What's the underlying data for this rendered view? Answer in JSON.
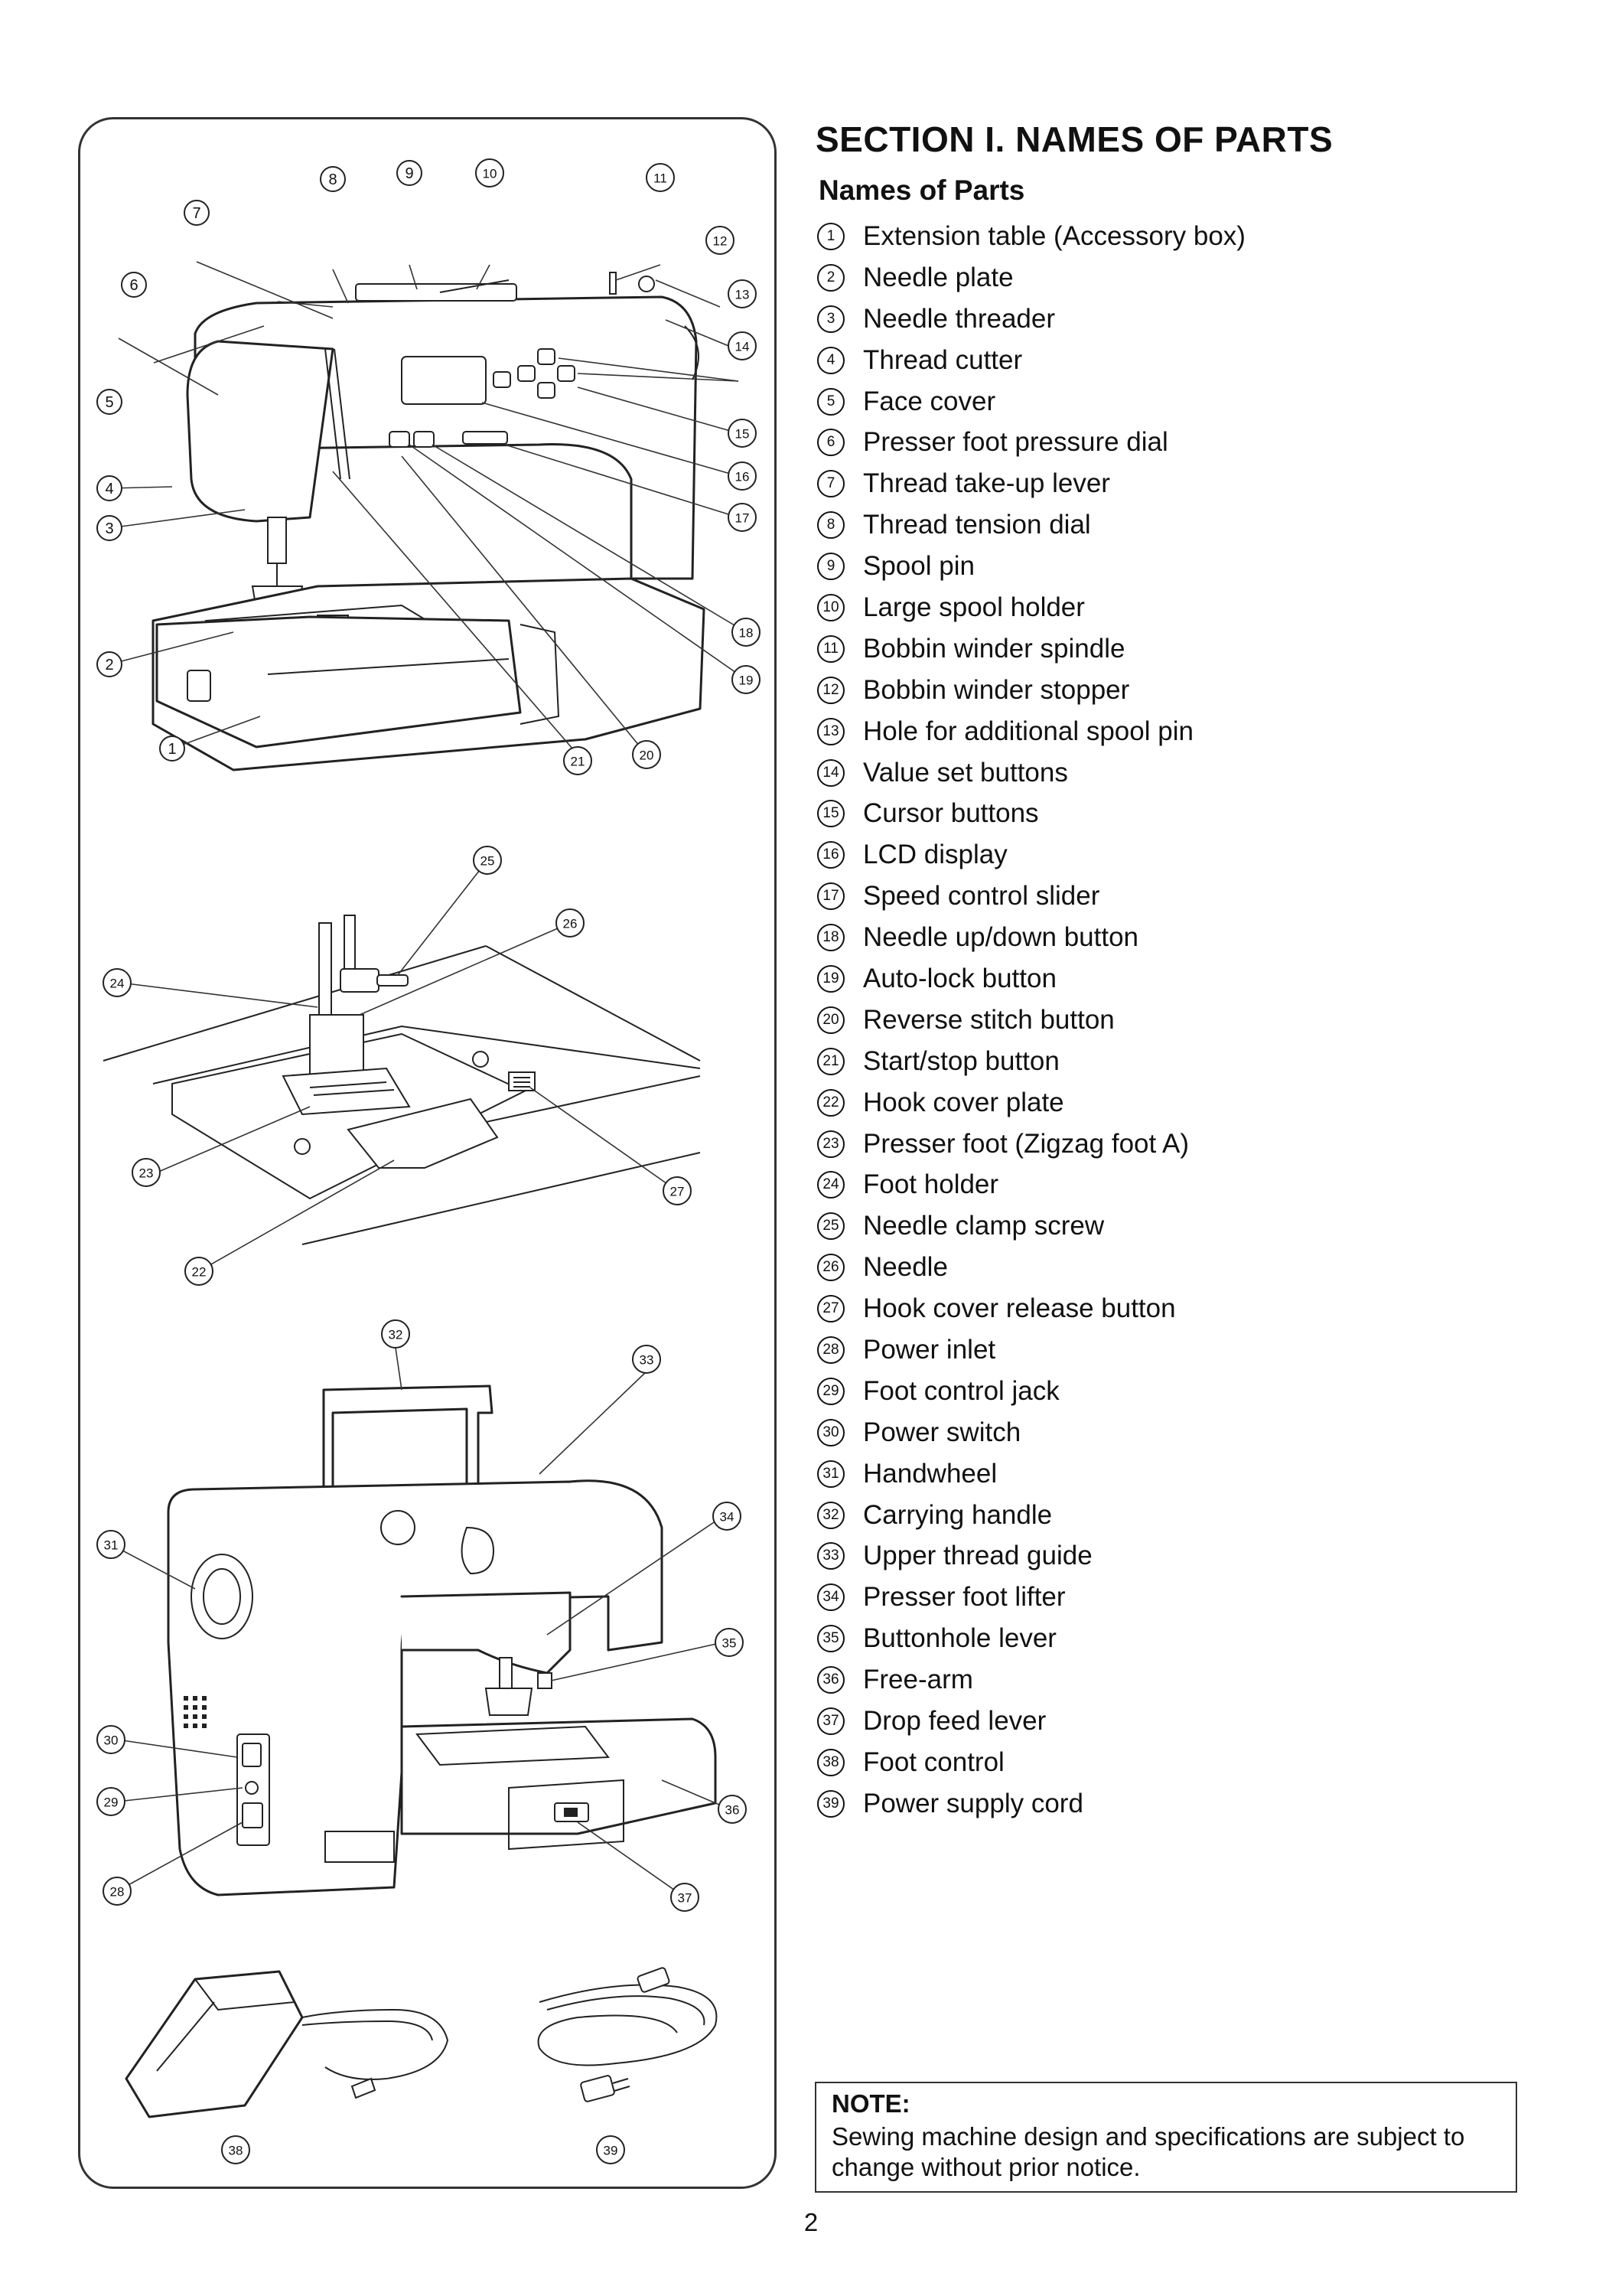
{
  "section_title": "SECTION I. NAMES OF PARTS",
  "subsection_title": "Names of Parts",
  "parts": [
    {
      "num": "1",
      "label": "Extension table (Accessory box)"
    },
    {
      "num": "2",
      "label": "Needle plate"
    },
    {
      "num": "3",
      "label": "Needle threader"
    },
    {
      "num": "4",
      "label": "Thread cutter"
    },
    {
      "num": "5",
      "label": "Face cover"
    },
    {
      "num": "6",
      "label": "Presser foot pressure dial"
    },
    {
      "num": "7",
      "label": "Thread take-up lever"
    },
    {
      "num": "8",
      "label": "Thread tension dial"
    },
    {
      "num": "9",
      "label": "Spool pin"
    },
    {
      "num": "10",
      "label": "Large spool holder"
    },
    {
      "num": "11",
      "label": "Bobbin winder spindle"
    },
    {
      "num": "12",
      "label": "Bobbin winder stopper"
    },
    {
      "num": "13",
      "label": "Hole for additional spool pin"
    },
    {
      "num": "14",
      "label": "Value set buttons"
    },
    {
      "num": "15",
      "label": "Cursor buttons"
    },
    {
      "num": "16",
      "label": "LCD display"
    },
    {
      "num": "17",
      "label": "Speed control slider"
    },
    {
      "num": "18",
      "label": "Needle up/down button"
    },
    {
      "num": "19",
      "label": "Auto-lock button"
    },
    {
      "num": "20",
      "label": "Reverse stitch button"
    },
    {
      "num": "21",
      "label": "Start/stop button"
    },
    {
      "num": "22",
      "label": "Hook cover plate"
    },
    {
      "num": "23",
      "label": "Presser foot (Zigzag foot A)"
    },
    {
      "num": "24",
      "label": "Foot holder"
    },
    {
      "num": "25",
      "label": "Needle clamp screw"
    },
    {
      "num": "26",
      "label": "Needle"
    },
    {
      "num": "27",
      "label": "Hook cover release button"
    },
    {
      "num": "28",
      "label": "Power inlet"
    },
    {
      "num": "29",
      "label": "Foot control jack"
    },
    {
      "num": "30",
      "label": "Power switch"
    },
    {
      "num": "31",
      "label": "Handwheel"
    },
    {
      "num": "32",
      "label": "Carrying handle"
    },
    {
      "num": "33",
      "label": "Upper thread guide"
    },
    {
      "num": "34",
      "label": "Presser foot lifter"
    },
    {
      "num": "35",
      "label": "Buttonhole lever"
    },
    {
      "num": "36",
      "label": "Free-arm"
    },
    {
      "num": "37",
      "label": "Drop feed lever"
    },
    {
      "num": "38",
      "label": "Foot control"
    },
    {
      "num": "39",
      "label": "Power supply cord"
    }
  ],
  "note": {
    "title": "NOTE:",
    "body": "Sewing machine design and specifications are subject to change without prior notice."
  },
  "page_number": "2"
}
